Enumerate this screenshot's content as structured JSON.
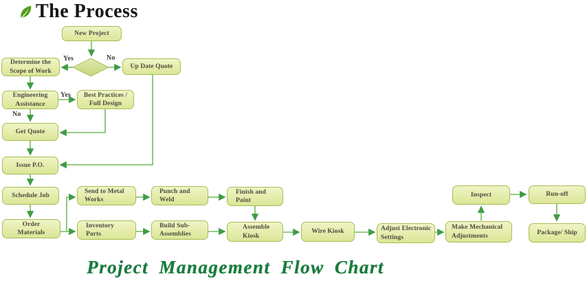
{
  "header": {
    "title": "The Process"
  },
  "caption": "Project Management Flow Chart",
  "decision_labels": {
    "scope_yes": "Yes",
    "scope_no": "No",
    "engineering_yes": "Yes",
    "engineering_no": "No"
  },
  "nodes": {
    "new_project": "New Project",
    "determine_scope": "Determine the\nScope of Work",
    "up_date_quote": "Up Date Quote",
    "engineering_assistance": "Engineering\nAssistance",
    "best_practices": "Best Practices /\nFull Design",
    "get_quote": "Get Quote",
    "issue_po": "Issue P.O.",
    "schedule_job": "Schedule Job",
    "order_materials": "Order\nMaterials",
    "send_to_metal_works": "Send to Metal\nWorks",
    "punch_and_weld": "Punch and\nWeld",
    "finish_and_paint": "Finish and\nPaint",
    "inventory_parts": "Inventory\nParts",
    "build_sub_assemblies": "Build Sub-\nAssemblies",
    "assemble_kiosk": "Assemble\nKiosk",
    "wire_kiosk": "Wire Kiosk",
    "adjust_electronic_settings": "Adjust Electronic\nSettings",
    "make_mechanical_adjustments": "Make Mechanical\nAdjustments",
    "inspect": "Inspect",
    "run_off": "Run-off",
    "package_ship": "Package/ Ship"
  },
  "colors": {
    "box_fill_top": "#f0f4c5",
    "box_fill_bottom": "#dbe697",
    "box_border": "#a8bc55",
    "box_text": "#4c4c3e",
    "diamond_fill_top": "#dfe9a9",
    "diamond_fill_bottom": "#c4d67f",
    "arrow_line": "#77b95e",
    "arrow_head": "#3f9b45",
    "caption_color": "#1a7c3e",
    "leaf_color": "#55a01e"
  }
}
